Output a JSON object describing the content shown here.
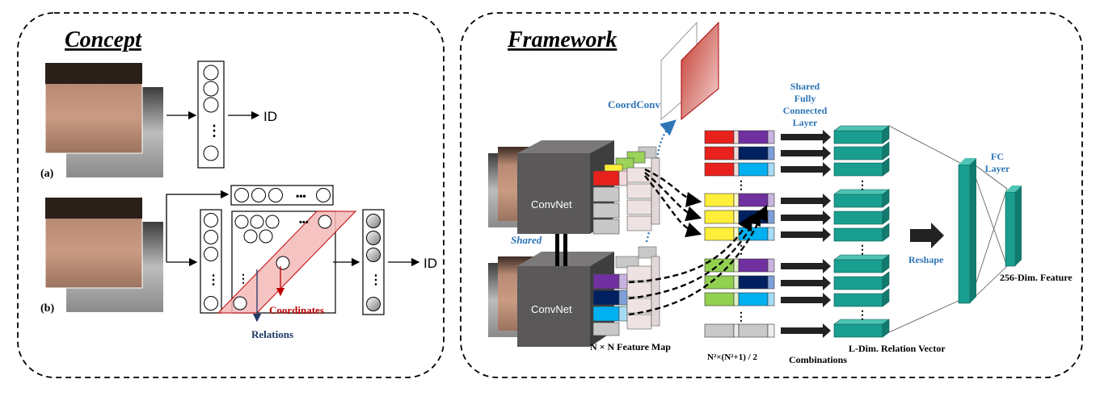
{
  "concept": {
    "title": "Concept",
    "label_a": "(a)",
    "label_b": "(b)",
    "id_a": "ID",
    "id_b": "ID",
    "dots_h": "•••",
    "dots_v": "⋮",
    "coordinates_label": "Coordinates",
    "relations_label": "Relations"
  },
  "framework": {
    "title": "Framework",
    "coordconv_label": "CoordConv",
    "convnet_top": "ConvNet",
    "convnet_bottom": "ConvNet",
    "shared_label": "Shared",
    "feature_map_label": "N × N Feature Map",
    "combinations_formula": "N²×(N²+1) / 2",
    "combinations_label": "Combinations",
    "shared_fc": [
      "Shared",
      "Fully",
      "Connected",
      "Layer"
    ],
    "reshape_label": "Reshape",
    "relation_vector_label": "L-Dim. Relation Vector",
    "fc_layer": [
      "FC",
      "Layer"
    ],
    "feature_256_label": "256-Dim. Feature",
    "vdots": "⋮"
  },
  "colors": {
    "blue_text": "#2e75b6",
    "red_text": "#c00000",
    "navy_text": "#1f3864",
    "teal": "#1a9e8f",
    "convnet_gray": "#5a5858"
  }
}
